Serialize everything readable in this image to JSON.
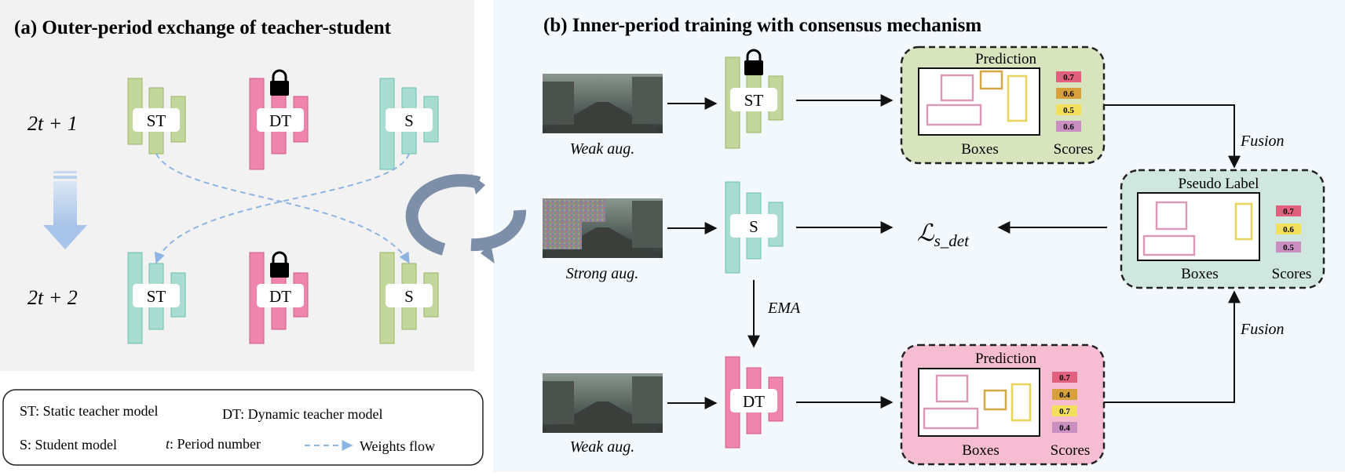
{
  "panel_a": {
    "title": "(a) Outer-period exchange of teacher-student",
    "row1_label": "2t + 1",
    "row2_label": "2t + 2",
    "row1_models": [
      "ST",
      "DT",
      "S"
    ],
    "row2_models": [
      "ST",
      "DT",
      "S"
    ]
  },
  "legend": {
    "st": "ST: Static teacher model",
    "dt": "DT: Dynamic teacher model",
    "s": "S: Student model",
    "t_symbol": "t",
    "t_text": ": Period number",
    "flow": "Weights flow"
  },
  "panel_b": {
    "title": "(b) Inner-period training with consensus mechanism",
    "weak_aug_top": "Weak aug.",
    "strong_aug": "Strong aug.",
    "weak_aug_bottom": "Weak aug.",
    "st_label": "ST",
    "s_label": "S",
    "dt_label": "DT",
    "ema": "EMA",
    "loss_symbol": "ℒ",
    "loss_sub": "s_det",
    "fusion_top": "Fusion",
    "fusion_bottom": "Fusion",
    "pred_top": {
      "title": "Prediction",
      "boxes": "Boxes",
      "scores_label": "Scores",
      "scores": [
        "0.7",
        "0.6",
        "0.5",
        "0.6"
      ]
    },
    "pseudo": {
      "title": "Pseudo Label",
      "boxes": "Boxes",
      "scores_label": "Scores",
      "scores": [
        "0.7",
        "0.6",
        "0.5"
      ]
    },
    "pred_bottom": {
      "title": "Prediction",
      "boxes": "Boxes",
      "scores_label": "Scores",
      "scores": [
        "0.7",
        "0.4",
        "0.7",
        "0.4"
      ]
    }
  },
  "colors": {
    "green": "#c3d69b",
    "teal": "#a9dcd0",
    "pink": "#ef84ad",
    "pred_green_bg": "#d7e4bd",
    "pseudo_bg": "#cfe7df",
    "pred_pink_bg": "#f6bcd2",
    "flow": "#8eb4e3",
    "score_red": "#e0607e",
    "score_orange": "#d8a03a",
    "score_yellow": "#f2e05a",
    "score_purple": "#c98fc1"
  }
}
